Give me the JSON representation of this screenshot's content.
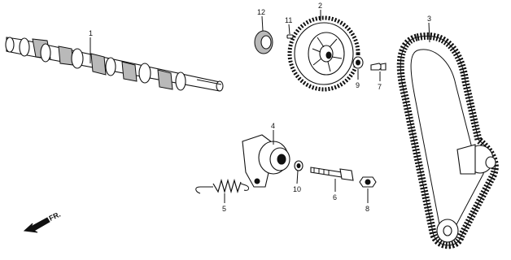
{
  "callouts": {
    "p1": "1",
    "p2": "2",
    "p3": "3",
    "p4": "4",
    "p5": "5",
    "p6": "6",
    "p7": "7",
    "p8": "8",
    "p9": "9",
    "p10": "10",
    "p11": "11",
    "p12": "12"
  },
  "direction": {
    "label": "FR."
  }
}
